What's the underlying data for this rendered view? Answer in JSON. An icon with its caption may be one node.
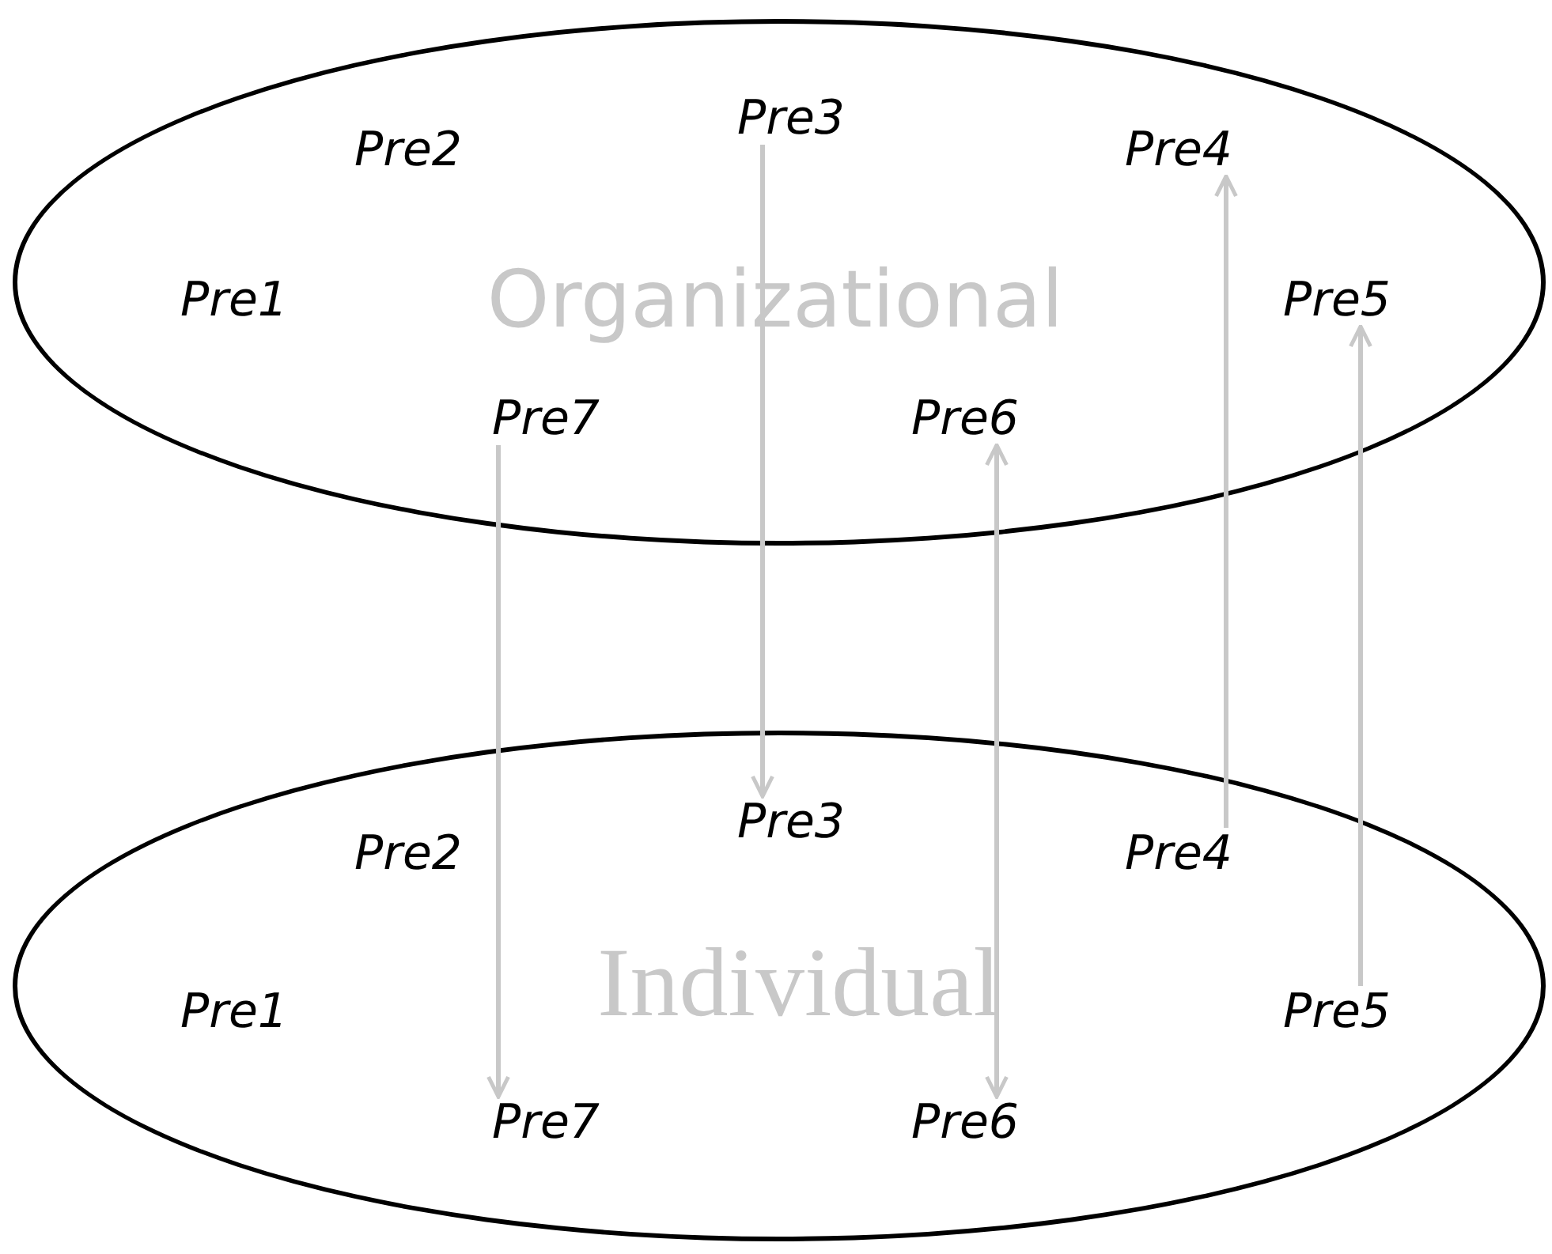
{
  "diagram": {
    "nodes": [
      {
        "text": [
          "Organizational"
        ]
      },
      {
        "text": [
          "Pre3"
        ],
        "in": 0
      },
      {
        "text": [
          "Pre2"
        ],
        "in": 0
      },
      {
        "text": [
          "Pre4"
        ],
        "in": 0
      },
      {
        "text": [
          "Pre1"
        ],
        "in": 0
      },
      {
        "text": [
          "Pre5"
        ],
        "in": 0
      },
      {
        "text": [
          "Pre7"
        ],
        "in": 0
      },
      {
        "text": [
          "Pre6"
        ],
        "in": 0
      },
      {
        "text": [
          "Individual"
        ]
      },
      {
        "text": [
          "Pre3"
        ],
        "in": 8
      },
      {
        "text": [
          "Pre2"
        ],
        "in": 8
      },
      {
        "text": [
          "Pre4"
        ],
        "in": 8
      },
      {
        "text": [
          "Pre1"
        ],
        "in": 8
      },
      {
        "text": [
          "Pre5"
        ],
        "in": 8
      },
      {
        "text": [
          "Pre7"
        ],
        "in": 8
      },
      {
        "text": [
          "Pre6"
        ],
        "in": 8
      }
    ],
    "edges": [
      {
        "from": 1,
        "to": 9,
        "arrow": "to"
      },
      {
        "from": 11,
        "to": 3,
        "arrow": "to"
      },
      {
        "from": 13,
        "to": 5,
        "arrow": "to"
      },
      {
        "from": 7,
        "to": 15,
        "arrow": "both"
      },
      {
        "from": 6,
        "to": 14,
        "arrow": "to"
      }
    ]
  }
}
